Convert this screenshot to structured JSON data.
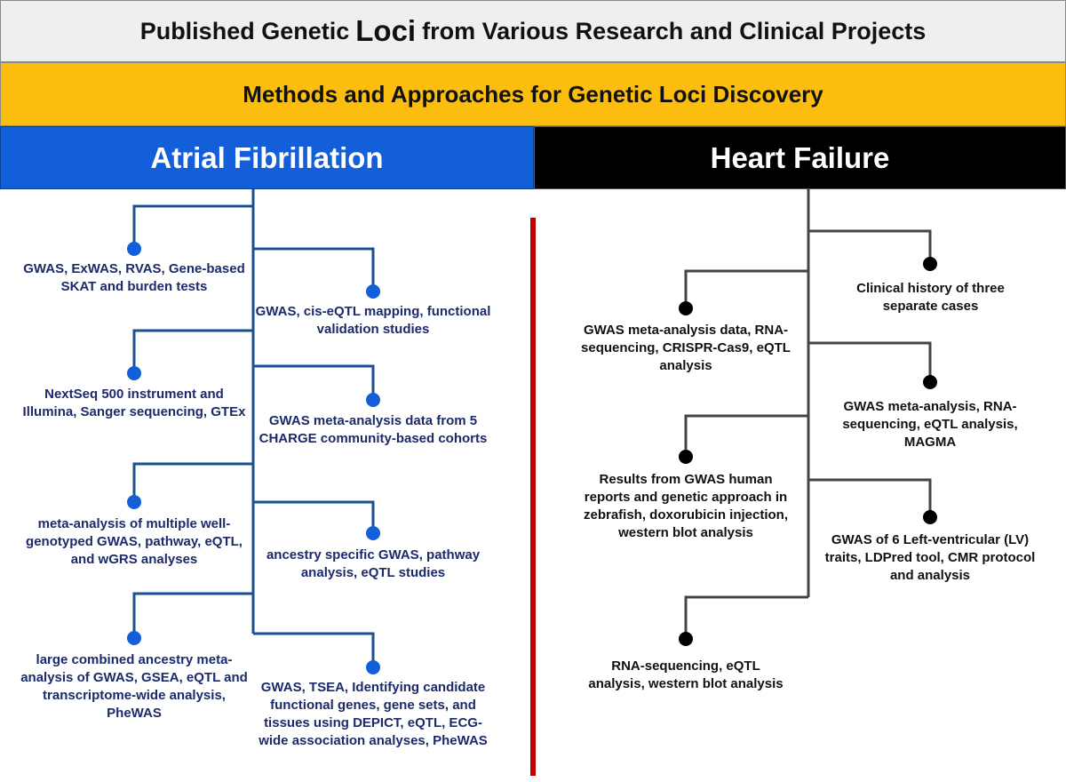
{
  "title": {
    "part1": "Published Genetic",
    "part2": "Loci",
    "part3": "from Various Research and Clinical Projects"
  },
  "subtitle": "Methods and Approaches for Genetic Loci Discovery",
  "colors": {
    "atrial_fibrillation": "#135fd9",
    "heart_failure": "#000000",
    "methods_banner": "#fbbe0e",
    "divider": "#c00000",
    "af_tree": "#1b4f91",
    "hf_tree": "#444444"
  },
  "atrial_fibrillation": {
    "header": "Atrial Fibrillation",
    "items": [
      "GWAS, ExWAS, RVAS, Gene-based SKAT and burden tests",
      "GWAS, cis-eQTL mapping, functional validation studies",
      "NextSeq 500 instrument and Illumina, Sanger sequencing, GTEx",
      "GWAS meta-analysis data from 5 CHARGE community-based cohorts",
      "meta-analysis of multiple well-genotyped GWAS, pathway, eQTL, and wGRS analyses",
      "ancestry specific GWAS, pathway analysis, eQTL studies",
      "large combined ancestry meta-analysis of GWAS, GSEA, eQTL and transcriptome-wide analysis, PheWAS",
      "GWAS, TSEA, Identifying candidate functional genes, gene sets, and tissues using DEPICT, eQTL, ECG-wide association analyses, PheWAS"
    ]
  },
  "heart_failure": {
    "header": "Heart Failure",
    "items": [
      "Clinical history of three separate cases",
      "GWAS meta-analysis data, RNA-sequencing, CRISPR-Cas9, eQTL analysis",
      "GWAS meta-analysis, RNA-sequencing, eQTL analysis, MAGMA",
      "Results from GWAS human reports and genetic approach in zebrafish, doxorubicin injection, western blot analysis",
      "GWAS of 6  Left-ventricular (LV) traits, LDPred tool, CMR protocol and analysis",
      "RNA-sequencing, eQTL analysis, western blot analysis"
    ]
  }
}
